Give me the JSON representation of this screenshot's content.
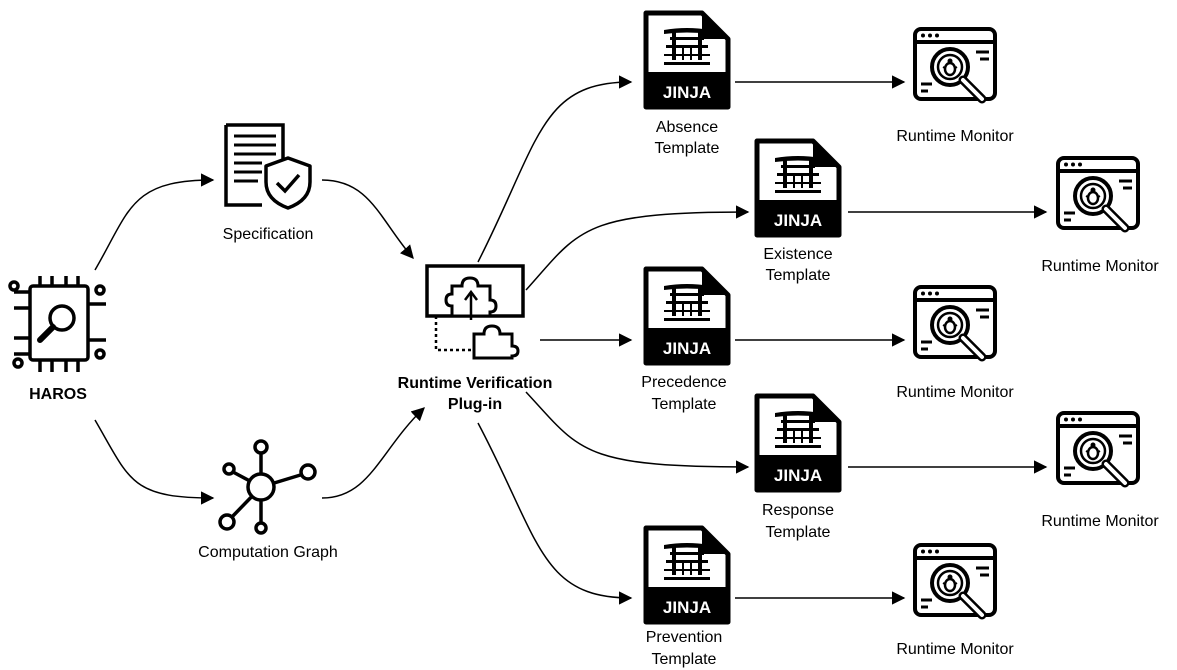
{
  "nodes": {
    "haros": {
      "label": "HAROS"
    },
    "specification": {
      "label": "Specification"
    },
    "computation_graph": {
      "label": "Computation Graph"
    },
    "plugin": {
      "line1": "Runtime Verification",
      "line2": "Plug-in"
    },
    "templates": [
      {
        "badge": "JINJA",
        "line1": "Absence",
        "line2": "Template"
      },
      {
        "badge": "JINJA",
        "line1": "Existence",
        "line2": "Template"
      },
      {
        "badge": "JINJA",
        "line1": "Precedence",
        "line2": "Template"
      },
      {
        "badge": "JINJA",
        "line1": "Response",
        "line2": "Template"
      },
      {
        "badge": "JINJA",
        "line1": "Prevention",
        "line2": "Template"
      }
    ],
    "monitors": [
      {
        "label": "Runtime Monitor"
      },
      {
        "label": "Runtime Monitor"
      },
      {
        "label": "Runtime Monitor"
      },
      {
        "label": "Runtime Monitor"
      },
      {
        "label": "Runtime Monitor"
      }
    ]
  },
  "icons": {
    "haros": "circuit-magnifier-icon",
    "specification": "document-shield-icon",
    "computation_graph": "graph-network-icon",
    "plugin": "puzzle-plugin-icon",
    "template": "jinja-file-icon",
    "monitor": "browser-bug-icon"
  }
}
